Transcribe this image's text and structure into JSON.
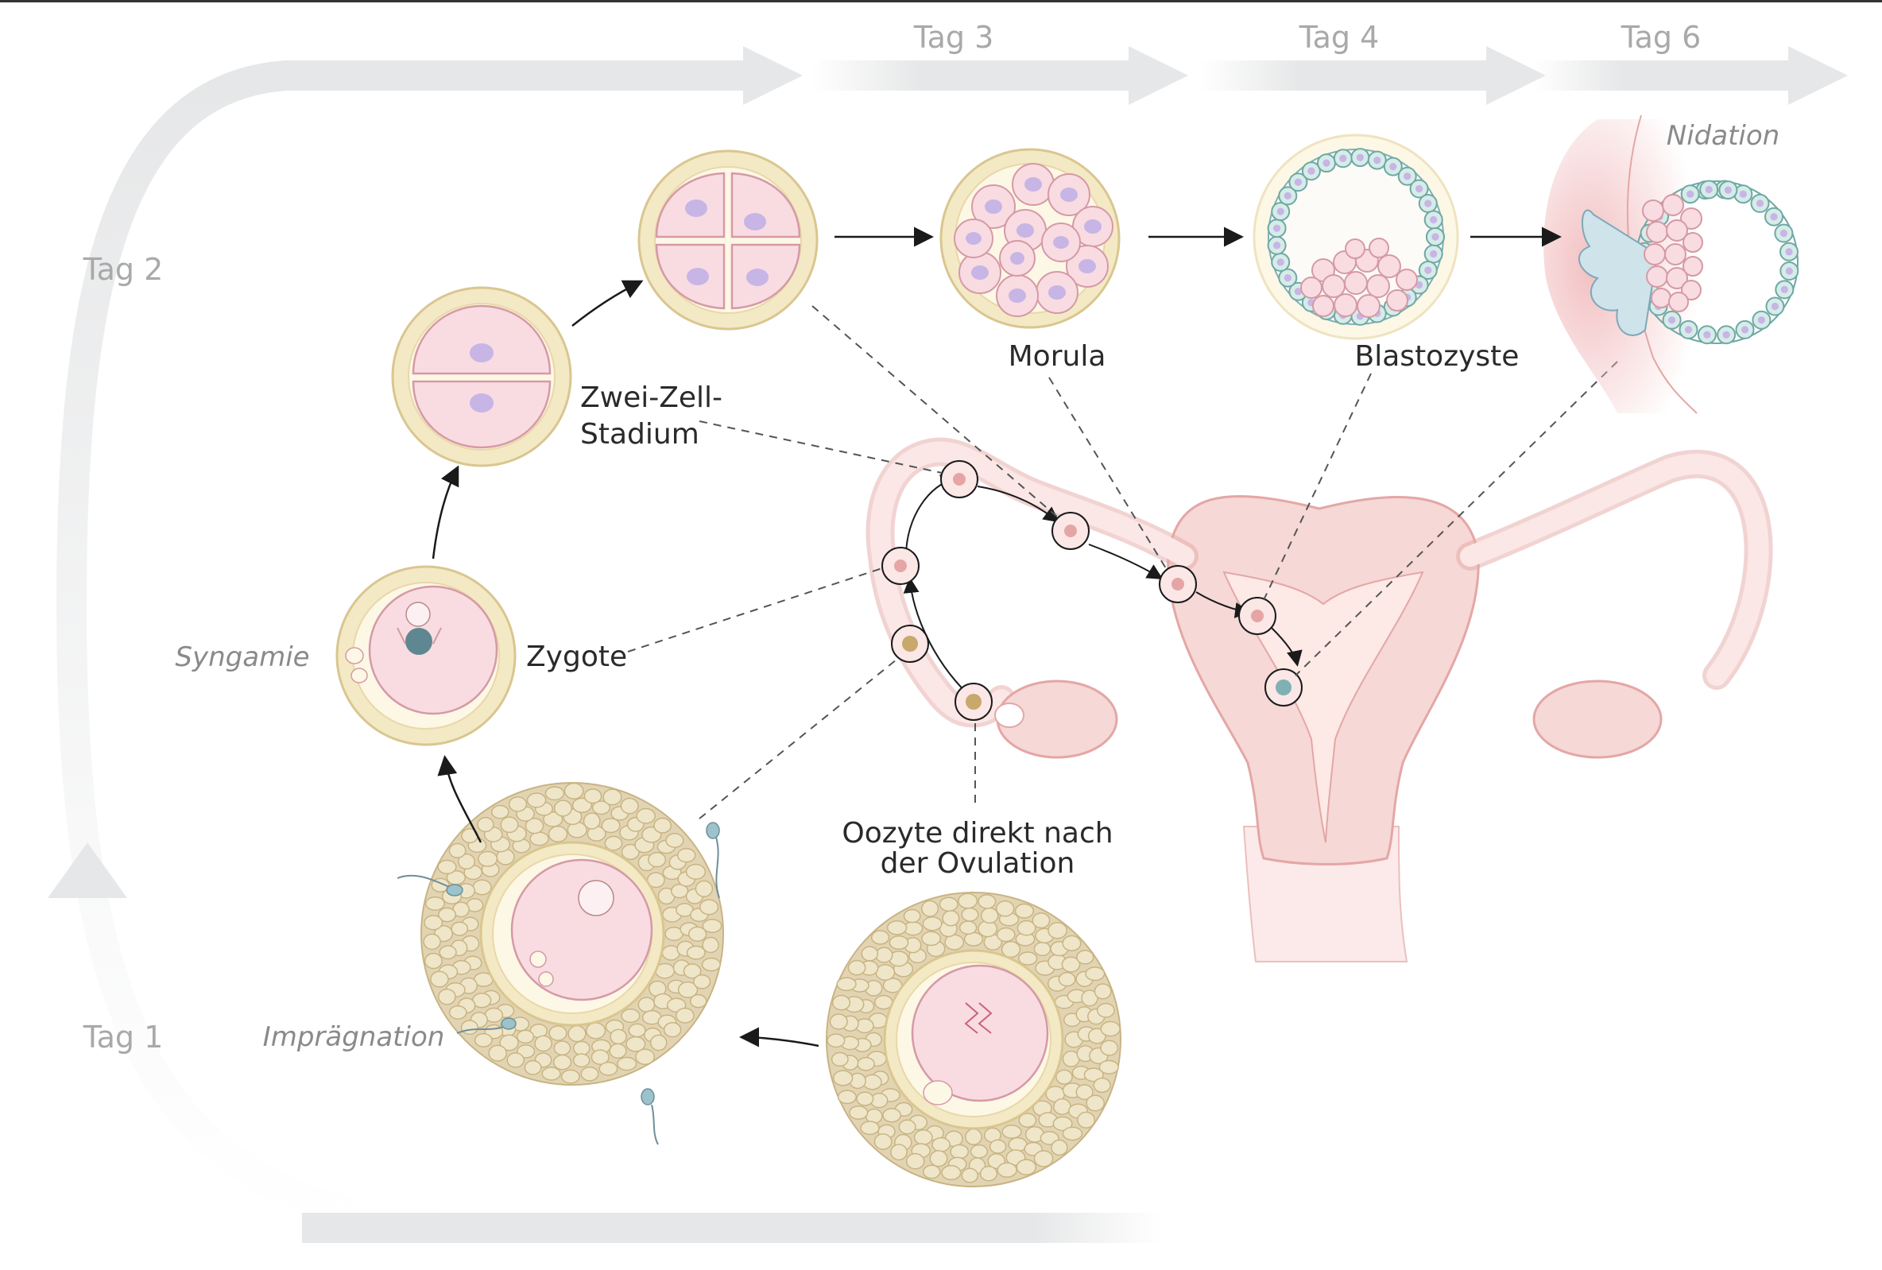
{
  "days": {
    "tag1": "Tag 1",
    "tag2": "Tag 2",
    "tag3": "Tag 3",
    "tag4": "Tag 4",
    "tag6": "Tag 6"
  },
  "stages": {
    "zwei_zell_line1": "Zwei-Zell-",
    "zwei_zell_line2": "Stadium",
    "zygote": "Zygote",
    "morula": "Morula",
    "blastozyste": "Blastozyste",
    "oozyte_line1": "Oozyte direkt nach",
    "oozyte_line2": "der Ovulation"
  },
  "events": {
    "syngamie": "Syngamie",
    "impraegnation": "Imprägnation",
    "nidation": "Nidation"
  },
  "colors": {
    "flow_arrow": "#e6e7e8",
    "zona": "#f4e9c5",
    "cell_pink": "#f8dce2",
    "nucleus": "#c7b5e6",
    "trophoblast": "#d6ece8",
    "uterus": "#f6d8d6",
    "cumulus": "#e2d4b3"
  }
}
